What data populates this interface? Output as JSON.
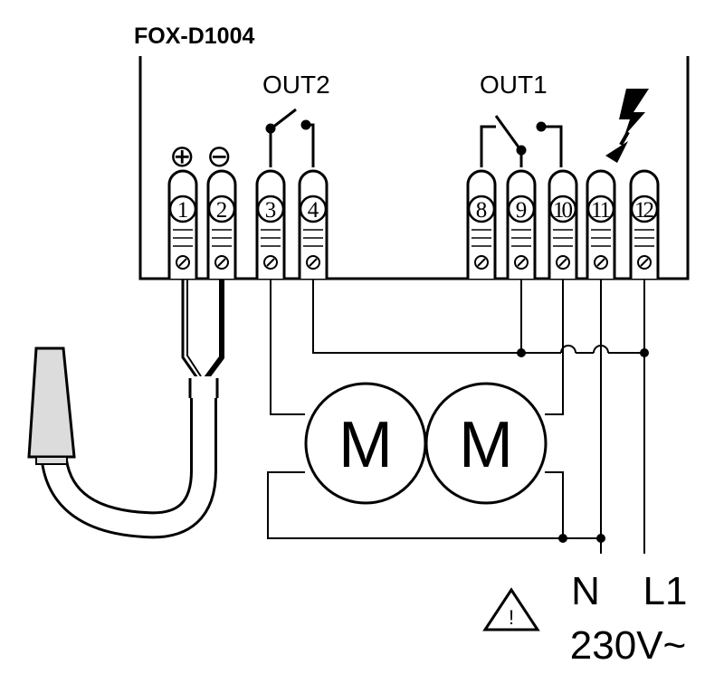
{
  "device": {
    "model": "FOX-D1004"
  },
  "outputs": {
    "out2_label": "OUT2",
    "out1_label": "OUT1"
  },
  "terminals": [
    "1",
    "2",
    "3",
    "4",
    "8",
    "9",
    "10",
    "11",
    "12"
  ],
  "polarity": {
    "plus": "⊕",
    "minus": "⊖"
  },
  "motors": [
    {
      "label": "M"
    },
    {
      "label": "M"
    }
  ],
  "supply": {
    "neutral": "N",
    "line": "L1",
    "voltage": "230V~",
    "warning_symbol": "!"
  },
  "icons": [
    "lightning-icon",
    "warning-triangle-icon",
    "temperature-probe-icon",
    "relay-contact-icon"
  ],
  "colors": {
    "ink": "#000000",
    "paper": "#ffffff",
    "probe_fill": "#dcdcdc"
  }
}
